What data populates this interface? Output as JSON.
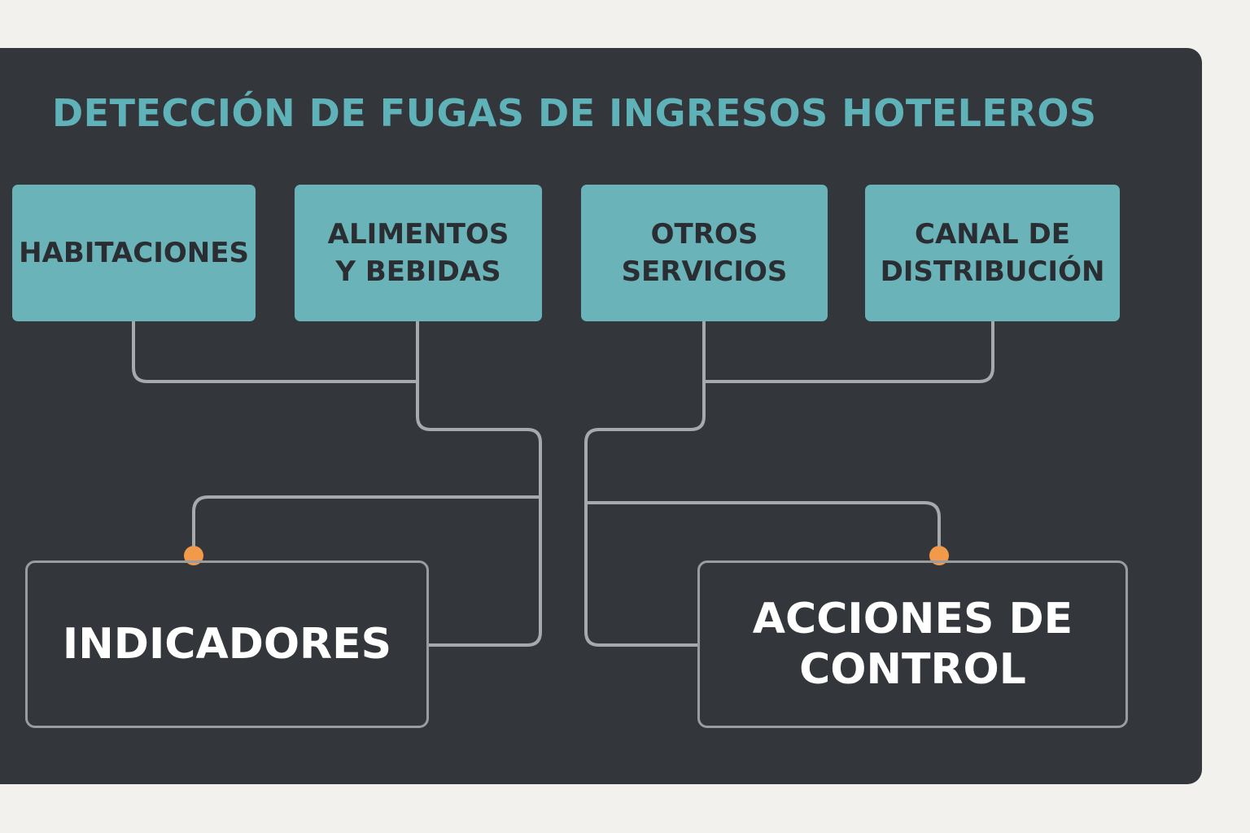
{
  "title": "DETECCIÓN DE FUGAS DE INGRESOS HOTELEROS",
  "categories": [
    {
      "id": "habitaciones",
      "lines": [
        "HABITACIONES"
      ]
    },
    {
      "id": "alimentos-bebidas",
      "lines": [
        "ALIMENTOS",
        "Y BEBIDAS"
      ]
    },
    {
      "id": "otros-servicios",
      "lines": [
        "OTROS",
        "SERVICIOS"
      ]
    },
    {
      "id": "canal-distribucion",
      "lines": [
        "CANAL DE",
        "DISTRIBUCIÓN"
      ]
    }
  ],
  "outputs": [
    {
      "id": "indicadores",
      "lines": [
        "INDICADORES"
      ]
    },
    {
      "id": "acciones-control",
      "lines": [
        "ACCIONES DE",
        "CONTROL"
      ]
    }
  ],
  "colors": {
    "panel": "#33363b",
    "title": "#5fb3b8",
    "category_box": "#6ab3b9",
    "connector": "#a7a9ad",
    "node": "#f09a4a"
  }
}
